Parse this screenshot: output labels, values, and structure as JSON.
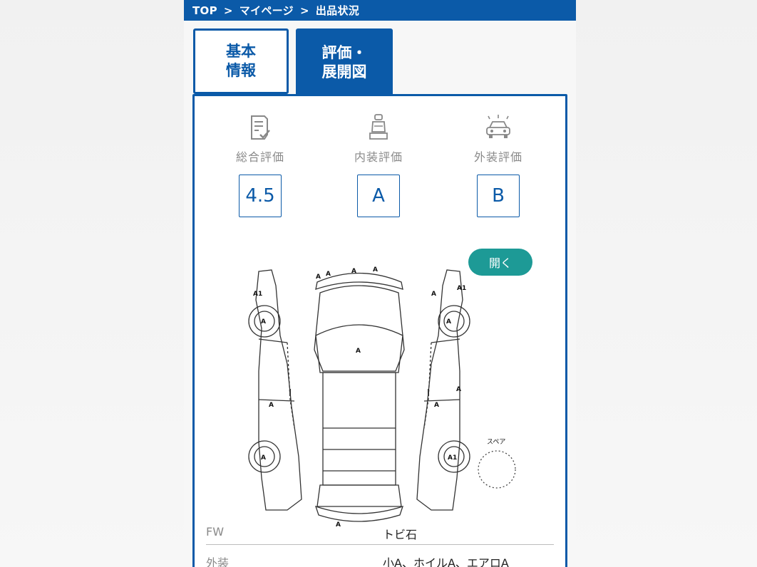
{
  "breadcrumb": {
    "items": [
      "TOP",
      "マイページ",
      "出品状況"
    ],
    "separator": ">"
  },
  "tabs": {
    "basic_line1": "基本",
    "basic_line2": "情報",
    "eval_line1": "評価・",
    "eval_line2": "展開図"
  },
  "scores": {
    "overall": {
      "label": "総合評価",
      "value": "4.5",
      "icon": "document-check-icon"
    },
    "interior": {
      "label": "内装評価",
      "value": "A",
      "icon": "car-seat-icon"
    },
    "exterior": {
      "label": "外装評価",
      "value": "B",
      "icon": "sparkling-car-icon"
    }
  },
  "open_button": "開く",
  "diagram": {
    "marks": {
      "top_left": "A1",
      "front_wheel_left": "A",
      "mid_left": "A",
      "rear_wheel_left": "A",
      "bumper_1": "A",
      "bumper_2": "A",
      "bumper_3": "A",
      "bumper_4": "A",
      "hood": "A",
      "rear": "A",
      "top_right_a": "A",
      "top_right_a1": "A1",
      "front_wheel_right": "A",
      "mid_right_1": "A",
      "mid_right_2": "A",
      "rear_wheel_right": "A1"
    },
    "spare_label": "スペア"
  },
  "details": [
    {
      "key": "FW",
      "value": "トビ石"
    },
    {
      "key": "外装",
      "value": "小A、ホイルA、エアロA"
    }
  ],
  "colors": {
    "primary": "#0b5aa8",
    "accent": "#1d9a96"
  }
}
